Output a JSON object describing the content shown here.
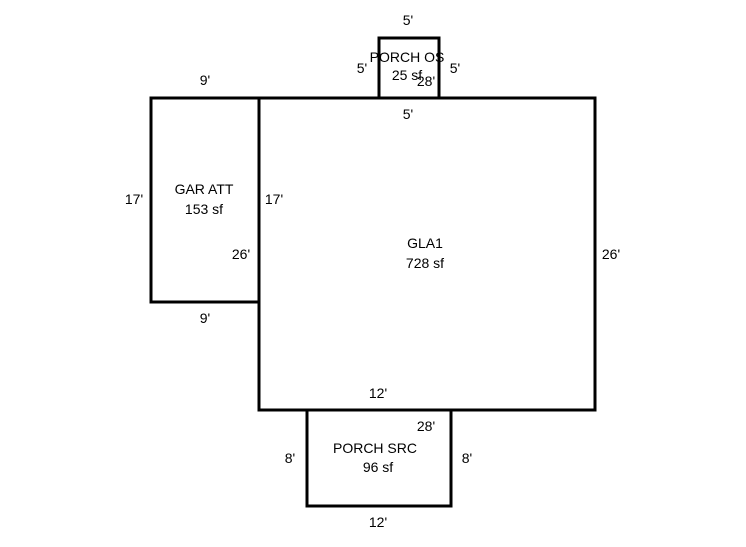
{
  "rooms": {
    "gla1": {
      "name": "GLA1",
      "area": "728 sf"
    },
    "gar_att": {
      "name": "GAR ATT",
      "area": "153 sf"
    },
    "porch_os": {
      "name": "PORCH OS",
      "area": "25 sf"
    },
    "porch_src": {
      "name": "PORCH SRC",
      "area": "96 sf"
    }
  },
  "dimensions": {
    "gla1_top_under_porch": "5'",
    "gla1_right": "26'",
    "gla1_left": "26'",
    "gla1_bottom": "12'",
    "gla1_bottom_right": "28'",
    "gla1_top_right": "28'",
    "gar_top": "9'",
    "gar_bottom": "9'",
    "gar_left": "17'",
    "gar_right": "17'",
    "porch_os_top": "5'",
    "porch_os_left": "5'",
    "porch_os_right": "5'",
    "porch_src_left": "8'",
    "porch_src_right": "8'",
    "porch_src_bottom": "12'"
  }
}
